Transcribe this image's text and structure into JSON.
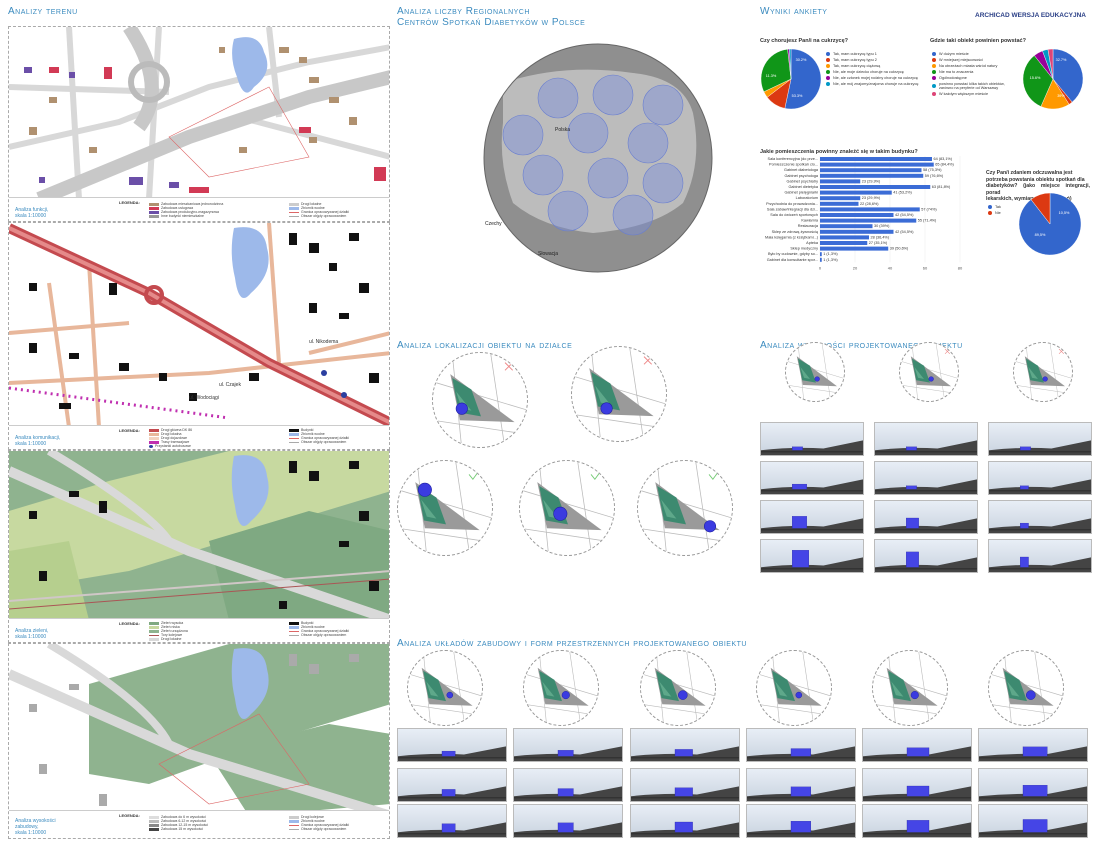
{
  "titles": {
    "analizy_terenu": "Analizy terenu",
    "regional_line1": "Analiza liczby Regionalnych",
    "regional_line2": "Centrów Spotkań Diabetyków w Polsce",
    "wyniki": "Wyniki ankiety",
    "archicad": "ARCHICAD WERSJA EDUKACYJNA",
    "lokalizacja": "Analiza lokalizacji obiektu na działce",
    "wysokosci": "Analiza wysokości projektowanego obiektu",
    "uklady": "Analiza układów zabudowy i form przestrzennych projektowanego obiektu"
  },
  "panels": [
    {
      "scale_label1": "Analiza funkcji,",
      "scale_label2": "skala 1:10000",
      "legend_title": "LEGENDA:",
      "legend": [
        "Zabudowa mieszkaniowa jednorodzinna",
        "Zabudowa usługowa",
        "Zabudowa produkcyjno-magazynowa",
        "Inne budynki niemieszkalne",
        "Drogi lokalne",
        "Zbiornik wodne",
        "Granica opracowywanej działki",
        "Obszar objęty opracowaniem"
      ]
    },
    {
      "scale_label1": "Analiza komunikacji,",
      "scale_label2": "skala 1:10000",
      "legend_title": "LEGENDA:",
      "legend": [
        "Drogi główna DK 86",
        "Drogi lokalna",
        "Drogi dojazdowe",
        "Trasy tramwajowe",
        "Przystanki autobusowe",
        "Budynki",
        "Zbiornik wodne",
        "Granica opracowywanej działki",
        "Obszar objęty opracowaniem"
      ]
    },
    {
      "scale_label1": "Analiza zieleni,",
      "scale_label2": "skala 1:10000",
      "legend_title": "LEGENDA:",
      "legend": [
        "Zieleń wysoka",
        "Zieleń niska",
        "Zieleń urządzona",
        "Tory kolejowe",
        "Drogi lokalne",
        "Budynki",
        "Zbiornik wodne",
        "Granica opracowywanej działki",
        "Obszar objęty opracowaniem"
      ]
    },
    {
      "scale_label1": "Analiza wysokości",
      "scale_label2": "zabudowy,",
      "scale_label3": "skala 1:10000",
      "legend_title": "LEGENDA:",
      "legend": [
        "Zabudowa do 6 m wysokości",
        "Zabudowa 6-12 m wysokości",
        "Zabudowa 12-15 m wysokości",
        "Zabudowa 15 m wysokości",
        "Drogi kolejowe",
        "Zbiornik wodne",
        "Granica opracowywanej działki",
        "Obszar objęty opracowaniem"
      ]
    }
  ],
  "map_labels": {
    "poland": "Polska",
    "czechy": "Czechy",
    "slowacja": "Słowacja",
    "street1": "ul. Czajek",
    "street2": "ul. Wodociągi",
    "street3": "ul. Nikodema"
  },
  "survey": {
    "q1": {
      "title": "Czy chorujesz Pan/i na cukrzycę?",
      "legend": [
        "Tak, mam cukrzycę typu 1",
        "Tak, mam cukrzycę typu 2",
        "Tak, mam cukrzycę ciążową",
        "Nie, ale moje dziecko choruje na cukrzycę",
        "Nie, ale członek mojej rodziny choruje na cukrzycę",
        "Nie, ale mój znajomy/znajoma choruje na cukrzycę"
      ],
      "colors": [
        "#3366cc",
        "#dc3912",
        "#ff9900",
        "#109618",
        "#990099",
        "#0099c6"
      ],
      "values": [
        53.3,
        11.3,
        3.4,
        30.2,
        0.9,
        0.9
      ],
      "labels": [
        "53.3%",
        "11.3%",
        "30.2%"
      ]
    },
    "q2": {
      "title": "Gdzie taki obiekt powinien powstać?",
      "legend": [
        "W dużym mieście",
        "W mniejszej miejscowości",
        "Na obrzeżach miasta wśród natury",
        "Nie ma to znaczenia",
        "Ogólnodostępne",
        "powinno powstać kilka takich obiektów, zarówno na peryferie od Warszawy",
        "W każdym większym mieście"
      ],
      "colors": [
        "#3366cc",
        "#dc3912",
        "#ff9900",
        "#109618",
        "#990099",
        "#0099c6",
        "#dd4477"
      ],
      "values": [
        39,
        2,
        15.6,
        32.7,
        5,
        3,
        2.7
      ],
      "labels": [
        "32.7%",
        "15.6%",
        "39%"
      ]
    },
    "q3": {
      "title": "Jakie pomieszczenia powinny znaleźć się w takim budynku?",
      "axis_ticks": [
        "0",
        "20",
        "40",
        "60",
        "80"
      ],
      "items": [
        {
          "label": "Sala konferencyjna (do prze...",
          "value": 64,
          "text": "64 (83,1%)"
        },
        {
          "label": "Pomieszczenie spotkań clo...",
          "value": 65,
          "text": "65 (84,4%)"
        },
        {
          "label": "Gabinet diabetologa",
          "value": 58,
          "text": "58 (75,3%)"
        },
        {
          "label": "Gabinet psychologa",
          "value": 59,
          "text": "59 (76,6%)"
        },
        {
          "label": "Gabinet psychiatry",
          "value": 23,
          "text": "23 (29,9%)"
        },
        {
          "label": "Gabinet dietetyka",
          "value": 63,
          "text": "63 (81,8%)"
        },
        {
          "label": "Gabinet pielęgniarki",
          "value": 41,
          "text": "41 (53,2%)"
        },
        {
          "label": "Laboratorium",
          "value": 23,
          "text": "23 (29,9%)"
        },
        {
          "label": "Przychodnia do prowadzonia...",
          "value": 22,
          "text": "22 (28,6%)"
        },
        {
          "label": "Sala zabaw/integracji dla dzi...",
          "value": 57,
          "text": "57 (74%)"
        },
        {
          "label": "Sala do ćwiczeń sportowych",
          "value": 42,
          "text": "42 (54,5%)"
        },
        {
          "label": "Kawiarnia",
          "value": 55,
          "text": "55 (71,4%)"
        },
        {
          "label": "Restauracja",
          "value": 30,
          "text": "30 (39%)"
        },
        {
          "label": "Sklep ze zdrową żywnością",
          "value": 42,
          "text": "42 (54,5%)"
        },
        {
          "label": "Mała księgarnia (z książkami...)",
          "value": 28,
          "text": "28 (36,4%)"
        },
        {
          "label": "Apteka",
          "value": 27,
          "text": "27 (35,1%)"
        },
        {
          "label": "Sklep medyczny",
          "value": 39,
          "text": "39 (50,6%)"
        },
        {
          "label": "Było by cudownie, gdyby so...",
          "value": 1,
          "text": "1 (1,3%)"
        },
        {
          "label": "Gabinet dla konsultante spor...",
          "value": 1,
          "text": "1 (1,3%)"
        }
      ]
    },
    "q4": {
      "title_lines": [
        "Czy Pan/i zdaniem odczuwalna jest",
        "potrzeba powstania obiektu spotkań dla",
        "diabetyków? (jako miejsce integracji, porad",
        "lekarskich, wymiany doświadczeń)"
      ],
      "legend": [
        "Tak",
        "Nie"
      ],
      "colors": [
        "#3366cc",
        "#dc3912"
      ],
      "values": [
        89.5,
        10.5
      ],
      "labels": [
        "89,5%",
        "10,5%"
      ]
    }
  }
}
